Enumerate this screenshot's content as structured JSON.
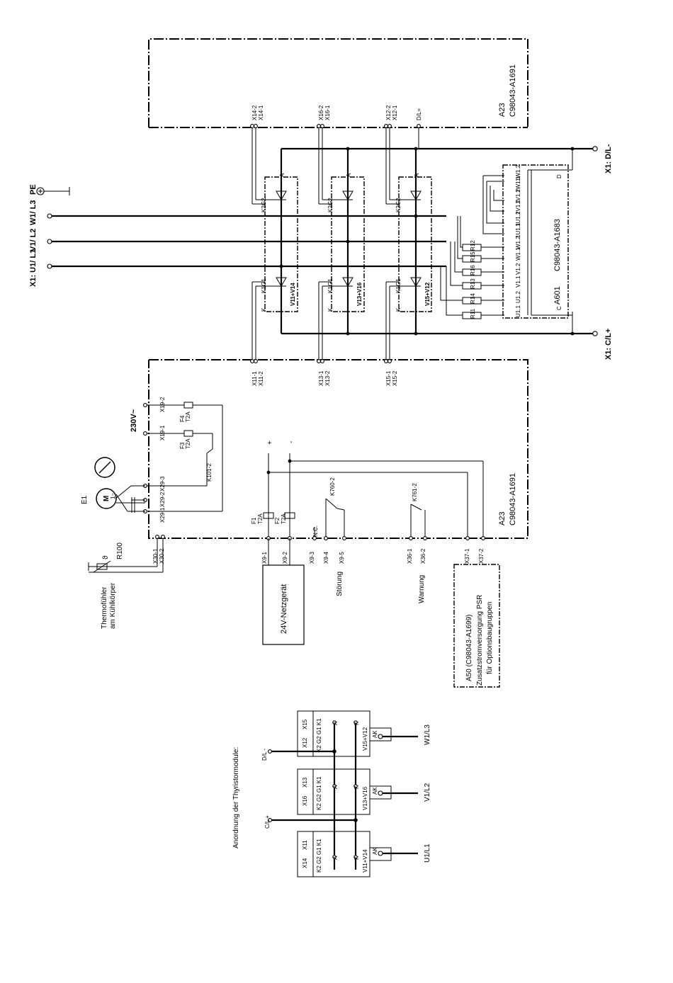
{
  "diagram": {
    "mains": {
      "l1": "X1: U1/ L1",
      "l2": "V1/ L2",
      "l3": "W1/ L3",
      "pe": "PE"
    },
    "dc": {
      "minus": "X1: D/L-",
      "plus": "X1: C/L+"
    },
    "board_top": {
      "id": "A23",
      "part": "C98043-A1691"
    },
    "board_bottom": {
      "id": "A23",
      "part": "C98043-A1691"
    },
    "snubber": {
      "id": "A601",
      "part": "C98043-A1683"
    },
    "top_connectors": [
      "X14-2",
      "X14-1",
      "X16-2",
      "X16-1",
      "X12-2",
      "X12-1",
      "D/L="
    ],
    "bottom_connectors": [
      "X11-1",
      "X11-2",
      "X13-1",
      "X13-2",
      "X15-1",
      "X15-2"
    ],
    "thyristor_modules": [
      "V11+V14",
      "V13+V16",
      "V15+V12"
    ],
    "module_pins": {
      "k": "K",
      "a": "A",
      "k1": "K1",
      "k2": "K2",
      "g1": "G1",
      "g2": "G2"
    },
    "snubber_pins": [
      "U1.1",
      "U1.2",
      "V1.1",
      "V1.2",
      "W1.1",
      "W1.2",
      "1U1.1",
      "1U1.2",
      "1V1.1",
      "1V1.2",
      "1W1.1",
      "1W1.2"
    ],
    "snubber_resistors": [
      "R11",
      "R14",
      "R13",
      "R16",
      "R15",
      "R12"
    ],
    "snubber_terminals": {
      "c": "C",
      "d": "D"
    },
    "supply_230": "230V~",
    "fuses": [
      {
        "id": "F4",
        "rating": "T2A",
        "term": "X19-2"
      },
      {
        "id": "F3",
        "rating": "T2A",
        "term": "X19-1"
      },
      {
        "id": "F1",
        "rating": "T2A"
      },
      {
        "id": "F2",
        "rating": "T2A"
      }
    ],
    "relay_k101": "K101-2",
    "fan": {
      "id": "E1",
      "motor": "M",
      "phase": "1~",
      "terms": [
        "X29-3",
        "X29-2",
        "X29-1"
      ]
    },
    "thermo": {
      "id": "R100",
      "symbol": "ϑ",
      "label1": "Thermofühler",
      "label2": "am Kühlkörper",
      "terms": [
        "X30-1",
        "X30-2"
      ]
    },
    "psu": {
      "label": "24V-Netzgerät",
      "terms": [
        "X9-1",
        "X9-2"
      ],
      "plus": "+",
      "minus": "-"
    },
    "fault": {
      "relay": "K760-2",
      "label": "Störung",
      "nc": "N.C.",
      "terms": [
        "X9-3",
        "X9-4",
        "X9-5"
      ]
    },
    "warning": {
      "relay": "K761-2",
      "label": "Warnung",
      "terms": [
        "X36-1",
        "X36-2"
      ]
    },
    "a50": {
      "line1": "A50 (C98043-A1699)",
      "line2": "Zusatzstromversorgung PSR",
      "line3": "für Optionsbaugruppen",
      "terms": [
        "X37-1",
        "X37-2"
      ]
    },
    "arrangement": {
      "title": "Anordnung der Thyristormodule:",
      "modules": [
        {
          "name": "V11+V14",
          "x_top": "X11",
          "x_bot": "X14",
          "phase": "U1/L1"
        },
        {
          "name": "V13+V16",
          "x_top": "X13",
          "x_bot": "X16",
          "phase": "V1/L2"
        },
        {
          "name": "V15+V12",
          "x_top": "X15",
          "x_bot": "X12",
          "phase": "W1/L3"
        }
      ],
      "pins": "K2 G2 G1 K1",
      "ak": "AK",
      "k": "K",
      "a": "A",
      "cl": "C/L +",
      "dl": "D/L -"
    }
  }
}
